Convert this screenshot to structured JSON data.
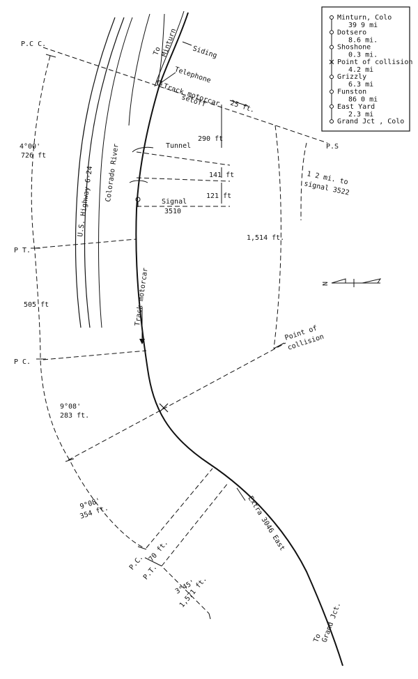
{
  "diagram": {
    "labels": {
      "pcc": "P.C C.",
      "pt_upper": "P T.",
      "pc_mid": "P C.",
      "pc_lower": "P.C.",
      "pt_lower": "P.T.",
      "ps": "P.S",
      "curve1_deg": "4°00'",
      "curve1_len": "726 ft",
      "tangent_len": "505 ft",
      "curve2_deg": "9°08'",
      "curve2_len": "283 ft.",
      "curve3_deg": "9°08'",
      "curve3_len": "354 ft.",
      "curve4_deg": "3°45'",
      "curve4_len": "1,571 ft.",
      "dist_70": "70 ft.",
      "dist_25": "25 ft.",
      "dist_290": "290 ft",
      "dist_141": "141 ft",
      "dist_121": "121 ft",
      "dist_1514": "1,514 ft.",
      "signal_note_1": "1 2 mi. to",
      "signal_note_2": "signal 3522",
      "to_minturn_1": "To",
      "to_minturn_2": "Minturn",
      "siding": "Siding",
      "telephone": "Telephone",
      "track_setoff_1": "Track motorcar",
      "track_setoff_2": "setoff",
      "tunnel": "Tunnel",
      "signal_1": "Signal",
      "signal_2": "3510",
      "highway": "U.S. Highway 6-24",
      "river": "Colorado River",
      "track_motorcar": "Track motorcar",
      "collision_1": "Point of",
      "collision_2": "collision",
      "extra_east": "Extra 3046 East",
      "to_grand_1": "To",
      "to_grand_2": "Grand Jct.",
      "north": "N"
    },
    "legend": [
      {
        "name": "Minturn, Colo",
        "dist": "39 9 mi"
      },
      {
        "name": "Dotsero",
        "dist": "8.6 mi."
      },
      {
        "name": "Shoshone",
        "dist": "0.3 mi."
      },
      {
        "name": "Point of collision",
        "dist": "4.2 mi"
      },
      {
        "name": "Grizzly",
        "dist": "6.3 mi"
      },
      {
        "name": "Funston",
        "dist": "86 0 mi"
      },
      {
        "name": "East Yard",
        "dist": "2.3 mi"
      },
      {
        "name": "Grand Jct , Colo",
        "dist": ""
      }
    ]
  }
}
